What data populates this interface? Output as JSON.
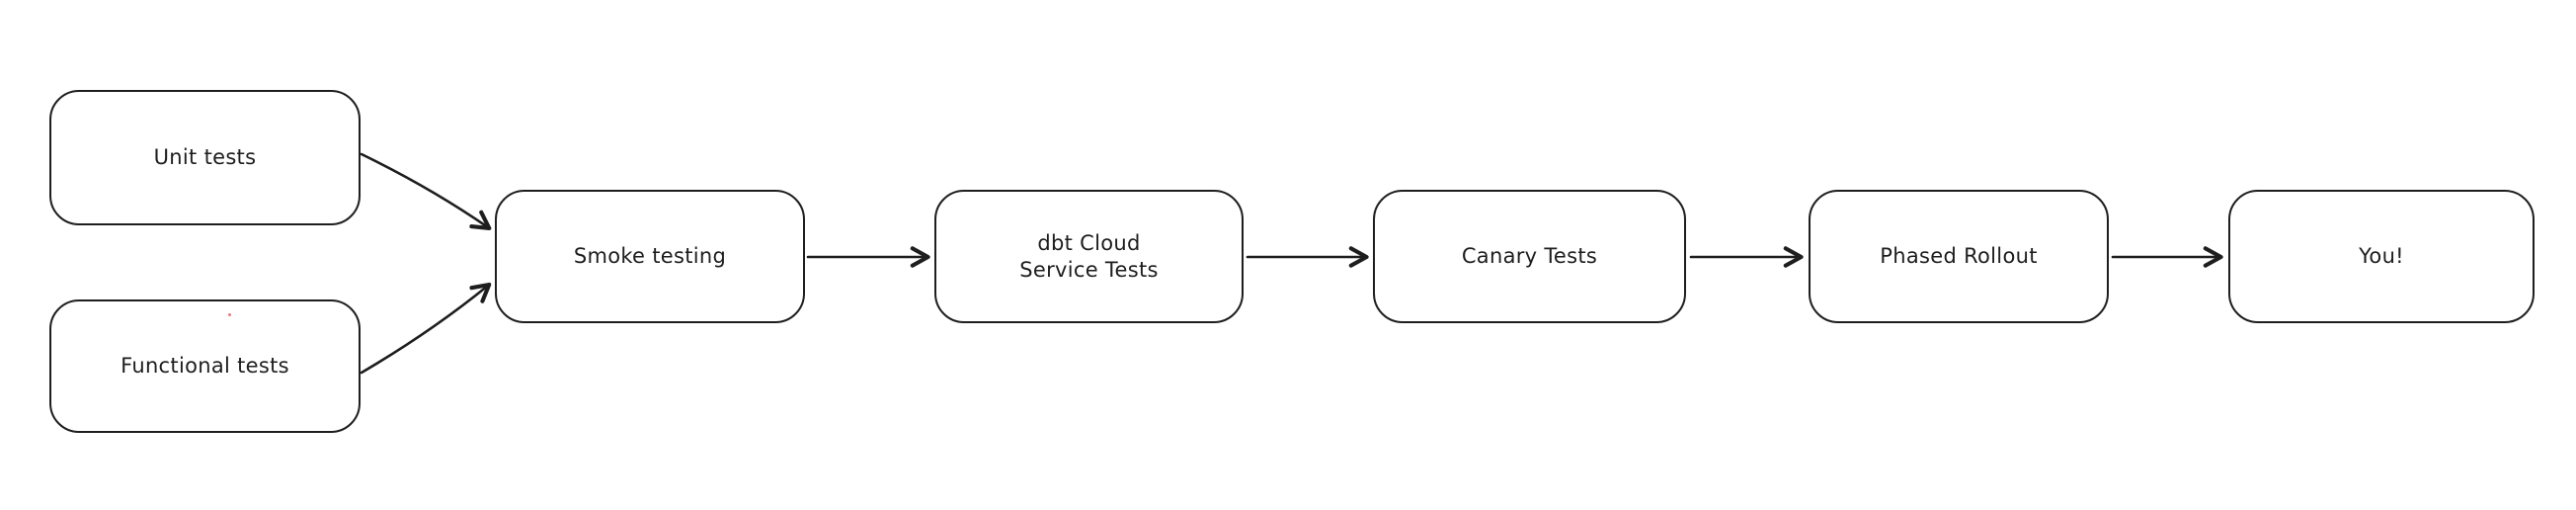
{
  "diagram": {
    "title": "Release testing pipeline flowchart",
    "background_color": "#ffffff",
    "stroke_color": "#1e1e1e",
    "artifact_dot_color": "#e03131",
    "nodes": [
      {
        "id": "unit-tests",
        "label": "Unit tests"
      },
      {
        "id": "functional-tests",
        "label": "Functional tests"
      },
      {
        "id": "smoke-testing",
        "label": "Smoke testing"
      },
      {
        "id": "dbt-cloud-service-tests",
        "label": "dbt Cloud\nService Tests"
      },
      {
        "id": "canary-tests",
        "label": "Canary Tests"
      },
      {
        "id": "phased-rollout",
        "label": "Phased Rollout"
      },
      {
        "id": "you",
        "label": "You!"
      }
    ],
    "edges": [
      {
        "from": "unit-tests",
        "to": "smoke-testing"
      },
      {
        "from": "functional-tests",
        "to": "smoke-testing"
      },
      {
        "from": "smoke-testing",
        "to": "dbt-cloud-service-tests"
      },
      {
        "from": "dbt-cloud-service-tests",
        "to": "canary-tests"
      },
      {
        "from": "canary-tests",
        "to": "phased-rollout"
      },
      {
        "from": "phased-rollout",
        "to": "you"
      }
    ]
  }
}
